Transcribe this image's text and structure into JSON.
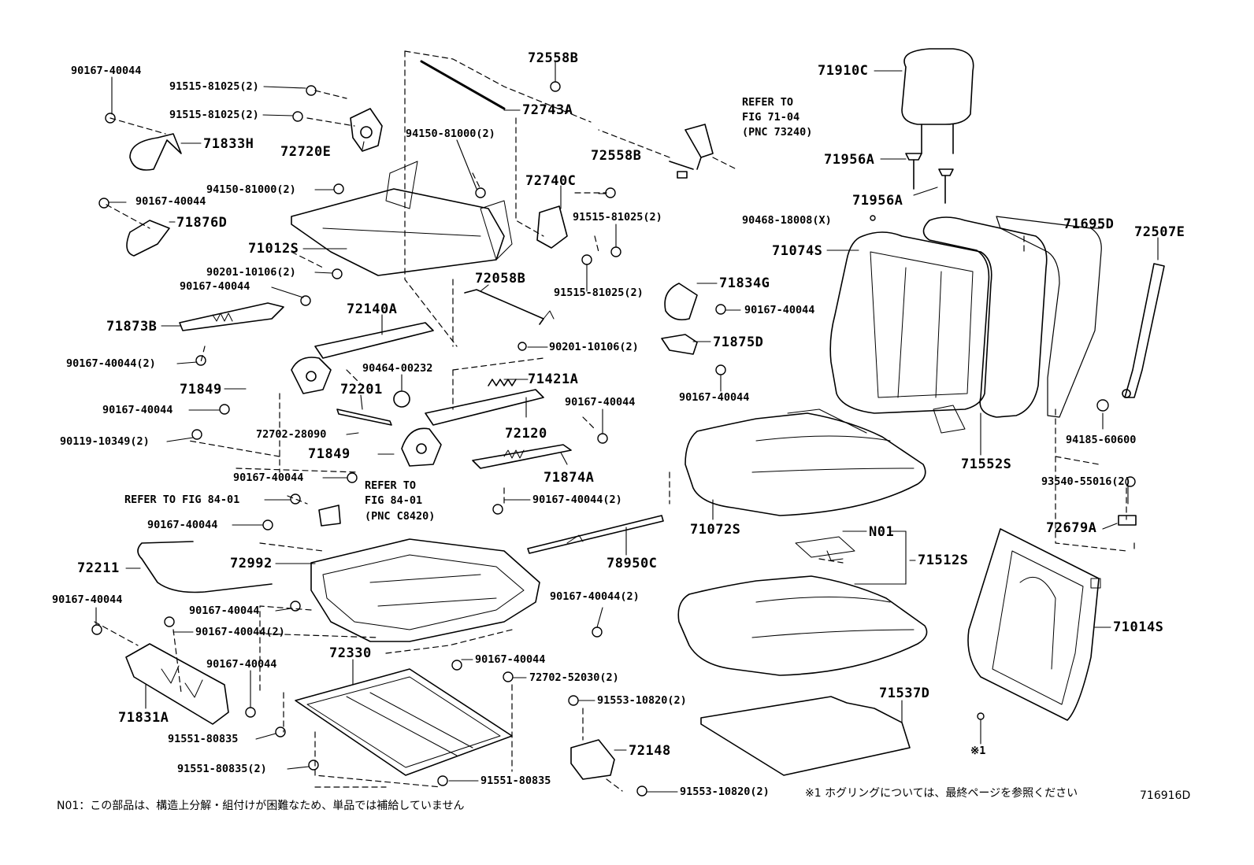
{
  "labels": {
    "p72558b_top": "72558B",
    "p72743a": "72743A",
    "p90167_tl": "90167-40044",
    "p91515_a": "91515-81025(2)",
    "p91515_b": "91515-81025(2)",
    "p71833h": "71833H",
    "p72720e": "72720E",
    "p94150_r": "94150-81000(2)",
    "p94150_l": "94150-81000(2)",
    "p90167_b": "90167-40044",
    "p71876d": "71876D",
    "p71012s": "71012S",
    "p90201_l": "90201-10106(2)",
    "p90167_c": "90167-40044",
    "p71873b": "71873B",
    "p72140a": "72140A",
    "p90167_d2": "90167-40044(2)",
    "p71849_a": "71849",
    "p90167_e": "90167-40044",
    "p90119": "90119-10349(2)",
    "p72201": "72201",
    "p72702_a": "72702-28090",
    "p71849_b": "71849",
    "p90167_f": "90167-40044",
    "ref_84_label": "REFER TO FIG 84-01",
    "ref_84_line1": "REFER TO",
    "ref_84_line2": "FIG  84-01",
    "ref_84_line3": "(PNC C8420)",
    "p90167_g": "90167-40044",
    "p72211": "72211",
    "p72992": "72992",
    "p90167_h": "90167-40044",
    "p90167_i": "90167-40044",
    "p90167_j2": "90167-40044(2)",
    "p90167_k": "90167-40044",
    "p71831a": "71831A",
    "p91551_a": "91551-80835",
    "p72330": "72330",
    "p91551_b2": "91551-80835(2)",
    "p91551_c": "91551-80835",
    "p72740c": "72740C",
    "p72558b_mid": "72558B",
    "p91515_c": "91515-81025(2)",
    "p91515_d": "91515-81025(2)",
    "p72058b": "72058B",
    "p90201_r": "90201-10106(2)",
    "p90464": "90464-00232",
    "p71421a": "71421A",
    "p90167_l": "90167-40044",
    "p72120": "72120",
    "p71874a": "71874A",
    "p90167_m2": "90167-40044(2)",
    "p78950c": "78950C",
    "p90167_n2": "90167-40044(2)",
    "p90167_o": "90167-40044",
    "p72702_b": "72702-52030(2)",
    "p91553_a": "91553-10820(2)",
    "p72148": "72148",
    "p91553_b": "91553-10820(2)",
    "ref_73240_line1": "REFER TO",
    "ref_73240_line2": "FIG 71-04",
    "ref_73240_line3": "(PNC 73240)",
    "p71834g": "71834G",
    "p90167_p": "90167-40044",
    "p71875d": "71875D",
    "p90167_q": "90167-40044",
    "p71910c": "71910C",
    "p71956a_1": "71956A",
    "p71956a_2": "71956A",
    "p90468": "90468-18008(X)",
    "p71074s": "71074S",
    "p71695d": "71695D",
    "p72507e": "72507E",
    "p71552s": "71552S",
    "p94185": "94185-60600",
    "p93540": "93540-55016(2)",
    "p72679a": "72679A",
    "p71072s": "71072S",
    "pN01": "N01",
    "p71512s": "71512S",
    "p71014s": "71014S",
    "p71537d": "71537D",
    "mark_1": "※1"
  },
  "footnotes": {
    "n01": "N01：この部品は、構造上分解・組付けが困難なため、単品では補給していません",
    "mark1": "※1  ホグリングについては、最終ページを参照ください",
    "figure_id": "716916D"
  }
}
